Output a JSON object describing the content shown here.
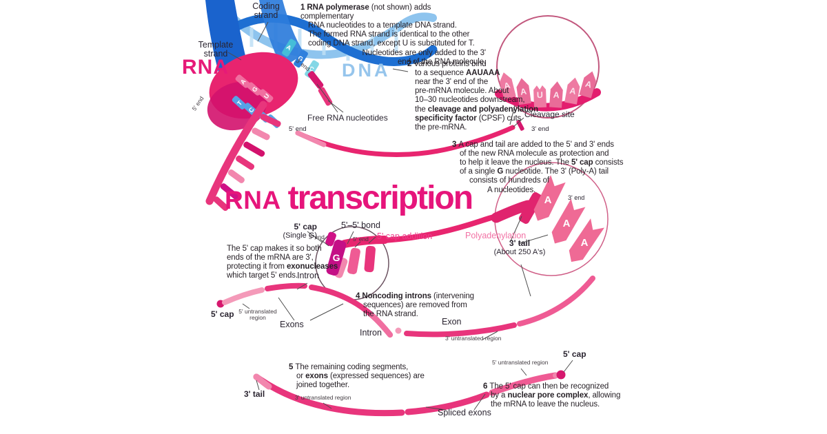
{
  "title": {
    "part1": "RNA",
    "part2": "transcription"
  },
  "steps": {
    "s1": [
      [
        [
          "1 ",
          1
        ],
        [
          "RNA polymerase",
          1
        ],
        [
          " (not shown) adds complementary",
          0
        ]
      ],
      [
        [
          "RNA nucleotides to a template DNA strand.",
          0
        ]
      ],
      [
        [
          "The formed RNA strand is identical to the other",
          0
        ]
      ],
      [
        [
          "coding DNA strand, except U is substituted for T.",
          0
        ]
      ],
      [
        [
          "Nucleotides are only added to the 3'",
          0
        ]
      ],
      [
        [
          "end of the RNA molecule.",
          0
        ]
      ]
    ],
    "s2": [
      [
        [
          "2 ",
          1
        ],
        [
          "Various proteins bind",
          0
        ]
      ],
      [
        [
          "to a sequence ",
          0
        ],
        [
          "AAUAAA",
          1
        ]
      ],
      [
        [
          "near the 3' end of the",
          0
        ]
      ],
      [
        [
          "pre-mRNA molecule. About",
          0
        ]
      ],
      [
        [
          "10–30 nucleotides downstream,",
          0
        ]
      ],
      [
        [
          "the ",
          0
        ],
        [
          "cleavage and polyadenylation",
          1
        ]
      ],
      [
        [
          "specificity factor",
          1
        ],
        [
          " (CPSF) cuts",
          0
        ]
      ],
      [
        [
          "the pre-mRNA.",
          0
        ]
      ]
    ],
    "s3": [
      [
        [
          "3 ",
          1
        ],
        [
          "A cap and tail are added to the 5' and 3' ends",
          0
        ]
      ],
      [
        [
          "of the new RNA molecule as protection and",
          0
        ]
      ],
      [
        [
          "to help it leave the nucleus. The ",
          0
        ],
        [
          "5' cap",
          1
        ],
        [
          " consists",
          0
        ]
      ],
      [
        [
          "of a single ",
          0
        ],
        [
          "G",
          1
        ],
        [
          " nucleotide. The 3' (Poly-A) tail",
          0
        ]
      ],
      [
        [
          "consists of hundreds of",
          0
        ]
      ],
      [
        [
          "A nucleotides.",
          0
        ]
      ]
    ],
    "s4": [
      [
        [
          "4 ",
          1
        ],
        [
          "Noncoding introns",
          1
        ],
        [
          " (intervening",
          0
        ]
      ],
      [
        [
          "sequences) are removed from",
          0
        ]
      ],
      [
        [
          "the RNA strand.",
          0
        ]
      ]
    ],
    "s5": [
      [
        [
          "5 ",
          1
        ],
        [
          "The remaining coding segments,",
          0
        ]
      ],
      [
        [
          "or ",
          0
        ],
        [
          "exons",
          1
        ],
        [
          " (expressed sequences) are",
          0
        ]
      ],
      [
        [
          "joined together.",
          0
        ]
      ]
    ],
    "s6": [
      [
        [
          "6 ",
          1
        ],
        [
          "The 5' cap can then be recognized",
          0
        ]
      ],
      [
        [
          "by a ",
          0
        ],
        [
          "nuclear pore complex",
          1
        ],
        [
          ", allowing",
          0
        ]
      ],
      [
        [
          "the mRNA to leave the nucleus.",
          0
        ]
      ]
    ]
  },
  "note": [
    [
      [
        "The 5' cap makes it so both",
        0
      ]
    ],
    [
      [
        "ends of the mRNA are 3',",
        0
      ]
    ],
    [
      [
        "protecting it  from ",
        0
      ],
      [
        "exonucleases",
        1
      ]
    ],
    [
      [
        "which target 5' ends.",
        0
      ]
    ]
  ],
  "labels": {
    "coding_strand": "Coding\nstrand",
    "template_strand": "Template\nstrand",
    "rna": "RNA",
    "dna": "DNA",
    "free_nucleotides": "Free RNA nucleotides",
    "end3": "3' end",
    "end5": "5' end",
    "cleavage_site": "Cleavage site",
    "cap5": "5' cap",
    "single_g": "(Single G)",
    "bond55": "5'–5' bond",
    "cap_addition": "5' cap addition",
    "polyadenylation": "Polyadenylation",
    "tail3": "3' tail",
    "tail3_sub": "(About 250 A's)",
    "intron": "Intron",
    "exons": "Exons",
    "exon": "Exon",
    "utr5_2line": "5' untranslated\nregion",
    "utr5": "5' untranslated region",
    "utr3": "3' untranslated region",
    "spliced_exons": "Spliced exons"
  },
  "sequence": {
    "aauaaa": [
      "A",
      "A",
      "U",
      "A",
      "A",
      "A"
    ],
    "polya": [
      "A",
      "A",
      "A"
    ],
    "cap_g": "G",
    "helix_rna": [
      "A",
      "G",
      "U"
    ],
    "helix_template": [
      "T",
      "C",
      "A",
      "G"
    ],
    "helix_coding": [
      "A",
      "G",
      "C"
    ]
  },
  "colors": {
    "deep_pink": "#e8246f",
    "magenta": "#cf1186",
    "light_pink": "#f287ae",
    "dna_blue": "#1e6fd2",
    "dna_light_blue": "#8ec4ee",
    "title_pink": "#e6157b",
    "text_dark": "#272127"
  }
}
